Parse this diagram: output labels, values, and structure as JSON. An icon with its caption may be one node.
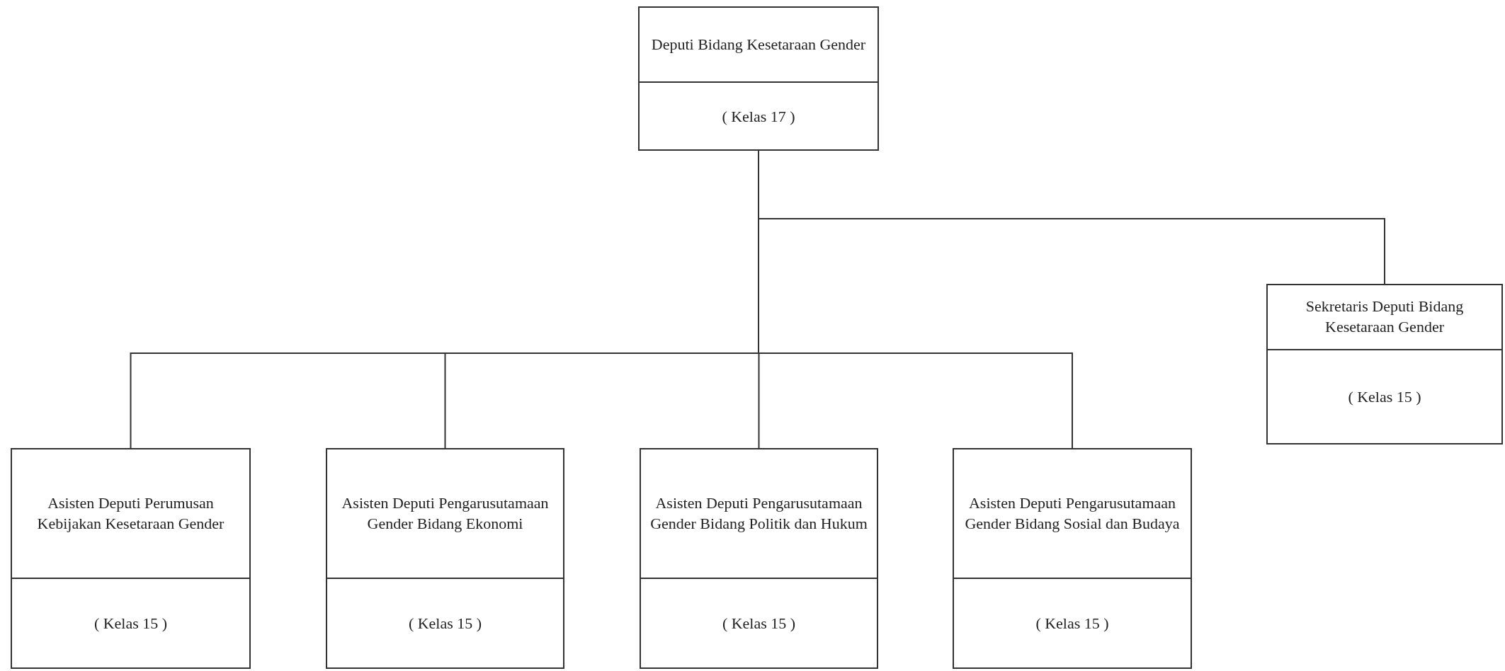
{
  "diagram": {
    "nodes": [
      {
        "text": [
          "Deputi Bidang Kesetaraan Gender",
          "( Kelas 17 )"
        ]
      },
      {
        "text": [
          "Sekretaris Deputi Bidang Kesetaraan Gender",
          "( Kelas 15 )"
        ]
      },
      {
        "text": [
          "Asisten Deputi Perumusan Kebijakan Kesetaraan Gender",
          "( Kelas 15 )"
        ]
      },
      {
        "text": [
          "Asisten Deputi Pengarusutamaan Gender Bidang Ekonomi",
          "( Kelas 15 )"
        ]
      },
      {
        "text": [
          "Asisten Deputi Pengarusutamaan Gender Bidang Politik dan Hukum",
          "( Kelas 15 )"
        ]
      },
      {
        "text": [
          "Asisten Deputi Pengarusutamaan Gender Bidang Sosial dan Budaya",
          "( Kelas 15 )"
        ]
      }
    ],
    "edges": [
      {
        "from": 0,
        "to": 1,
        "arrow": "none"
      },
      {
        "from": 0,
        "to": 2,
        "arrow": "none"
      },
      {
        "from": 0,
        "to": 3,
        "arrow": "none"
      },
      {
        "from": 0,
        "to": 4,
        "arrow": "none"
      },
      {
        "from": 0,
        "to": 5,
        "arrow": "none"
      }
    ]
  }
}
